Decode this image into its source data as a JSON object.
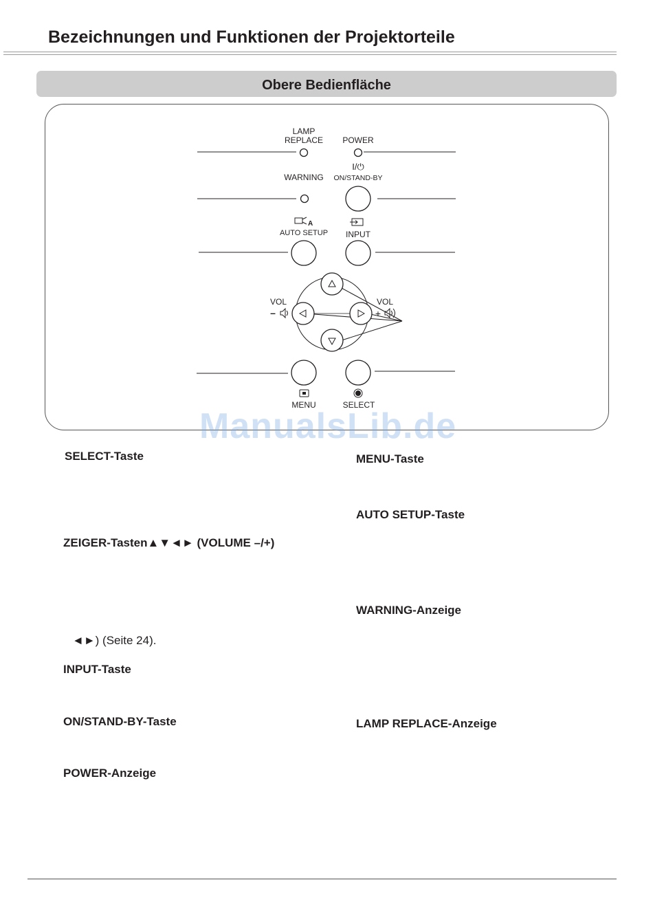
{
  "page": {
    "title": "Bezeichnungen und Funktionen der Projektorteile",
    "section_title": "Obere Bedienfläche",
    "watermark": "ManualsLib.de"
  },
  "panel": {
    "lamp_replace_line1": "LAMP",
    "lamp_replace_line2": "REPLACE",
    "power": "POWER",
    "warning": "WARNING",
    "on_standby_symbol": "I/⏻",
    "on_standby": "ON/STAND-BY",
    "auto_setup": "AUTO SETUP",
    "input": "INPUT",
    "vol_left": "VOL",
    "vol_left_sign": "–",
    "vol_right": "VOL",
    "vol_right_sign": "+",
    "menu": "MENU",
    "select": "SELECT"
  },
  "descriptions": {
    "select": "SELECT-Taste",
    "zeiger": "ZEIGER-Tasten▲▼◄► (VOLUME –/+)",
    "seite_ref": "◄►) (Seite 24).",
    "input": "INPUT-Taste",
    "on_standby": "ON/STAND-BY-Taste",
    "power": "POWER-Anzeige",
    "menu": "MENU-Taste",
    "auto_setup": "AUTO SETUP-Taste",
    "warning": "WARNING-Anzeige",
    "lamp_replace": "LAMP REPLACE-Anzeige"
  }
}
